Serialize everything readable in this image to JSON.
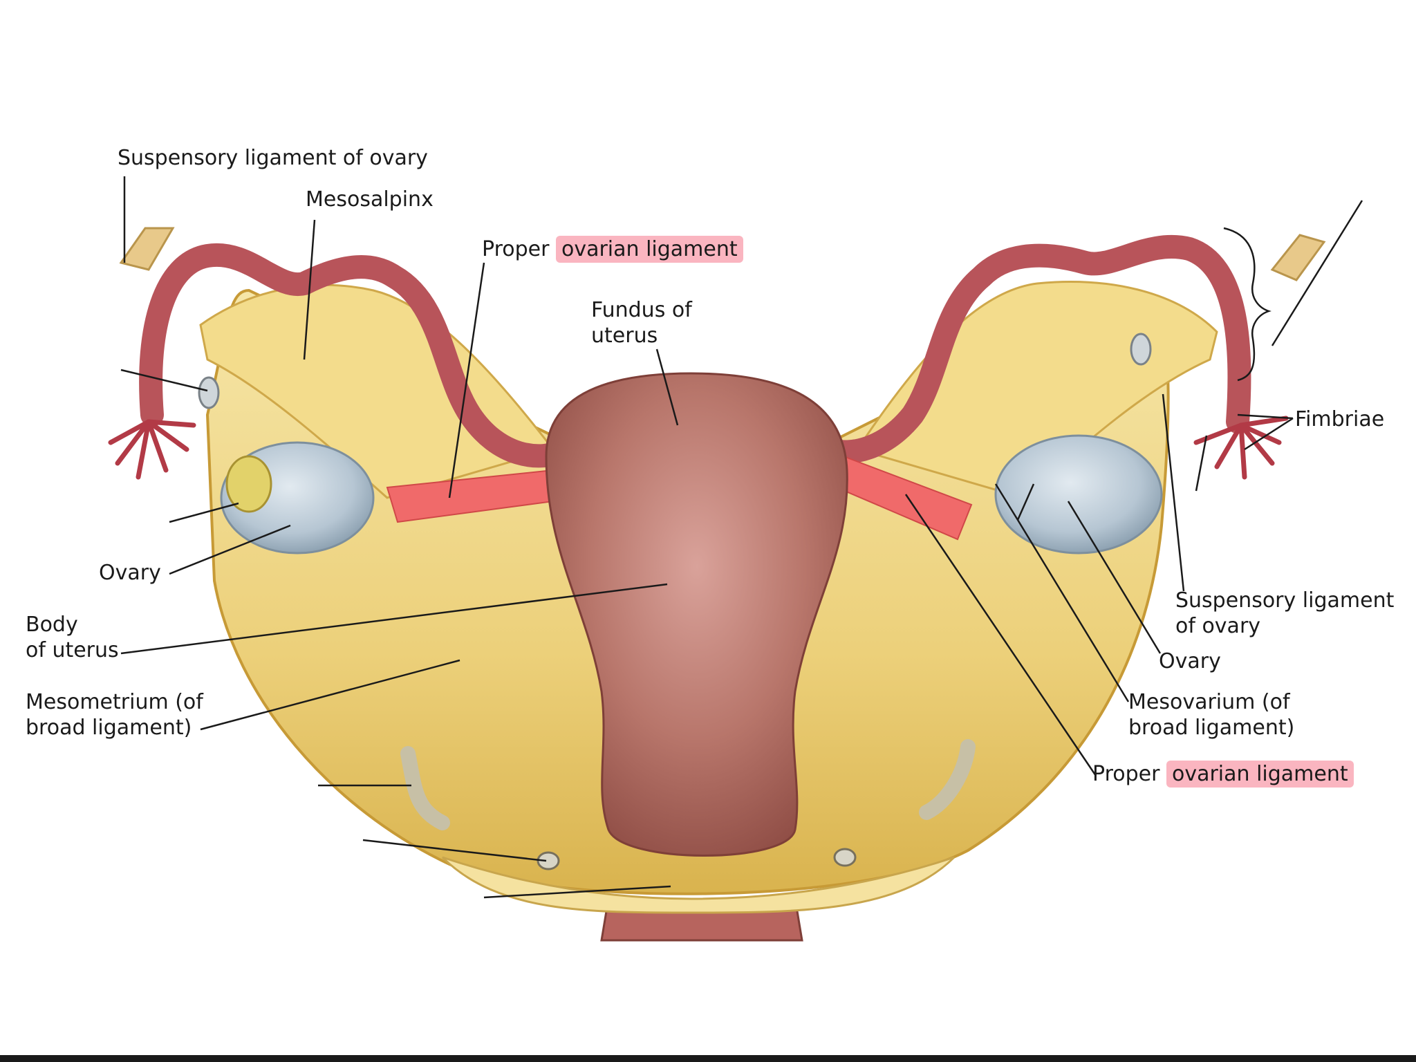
{
  "labels": {
    "suspensory_left": "Suspensory ligament of ovary",
    "mesosalpinx": "Mesosalpinx",
    "proper_top_a": "Proper",
    "proper_top_b": "ovarian ligament",
    "fundus_1": "Fundus of",
    "fundus_2": "uterus",
    "fimbriae": "Fimbriae",
    "ovary_left": "Ovary",
    "body_1": "Body",
    "body_2": "of uterus",
    "meso_1": "Mesometrium (of",
    "meso_2": "broad ligament)",
    "susp_right_1": "Suspensory ligament",
    "susp_right_2": "of ovary",
    "ovary_right": "Ovary",
    "mesov_1": "Mesovarium (of",
    "mesov_2": "broad ligament)",
    "proper_bot_a": "Proper",
    "proper_bot_b": "ovarian ligament"
  },
  "colors": {
    "highlight": "#f5788c",
    "tube": "#b8545a",
    "ligament": "#f06a6a",
    "uterus": "#b06a60",
    "broad_ligament": "#f0d67a",
    "ovary": "#b9c8d4"
  }
}
